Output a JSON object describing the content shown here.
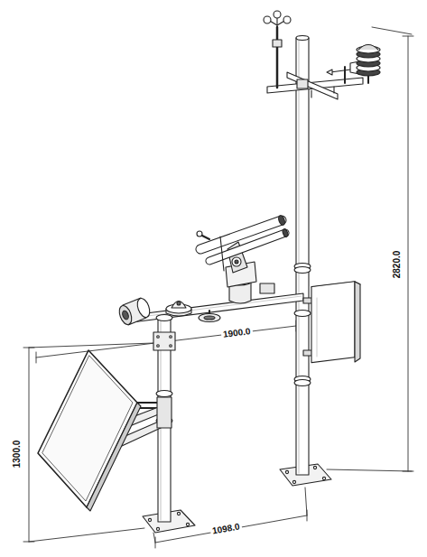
{
  "diagram": {
    "labels": [
      "2820.0",
      "1900.0",
      "1300.0",
      "1098.0"
    ]
  }
}
